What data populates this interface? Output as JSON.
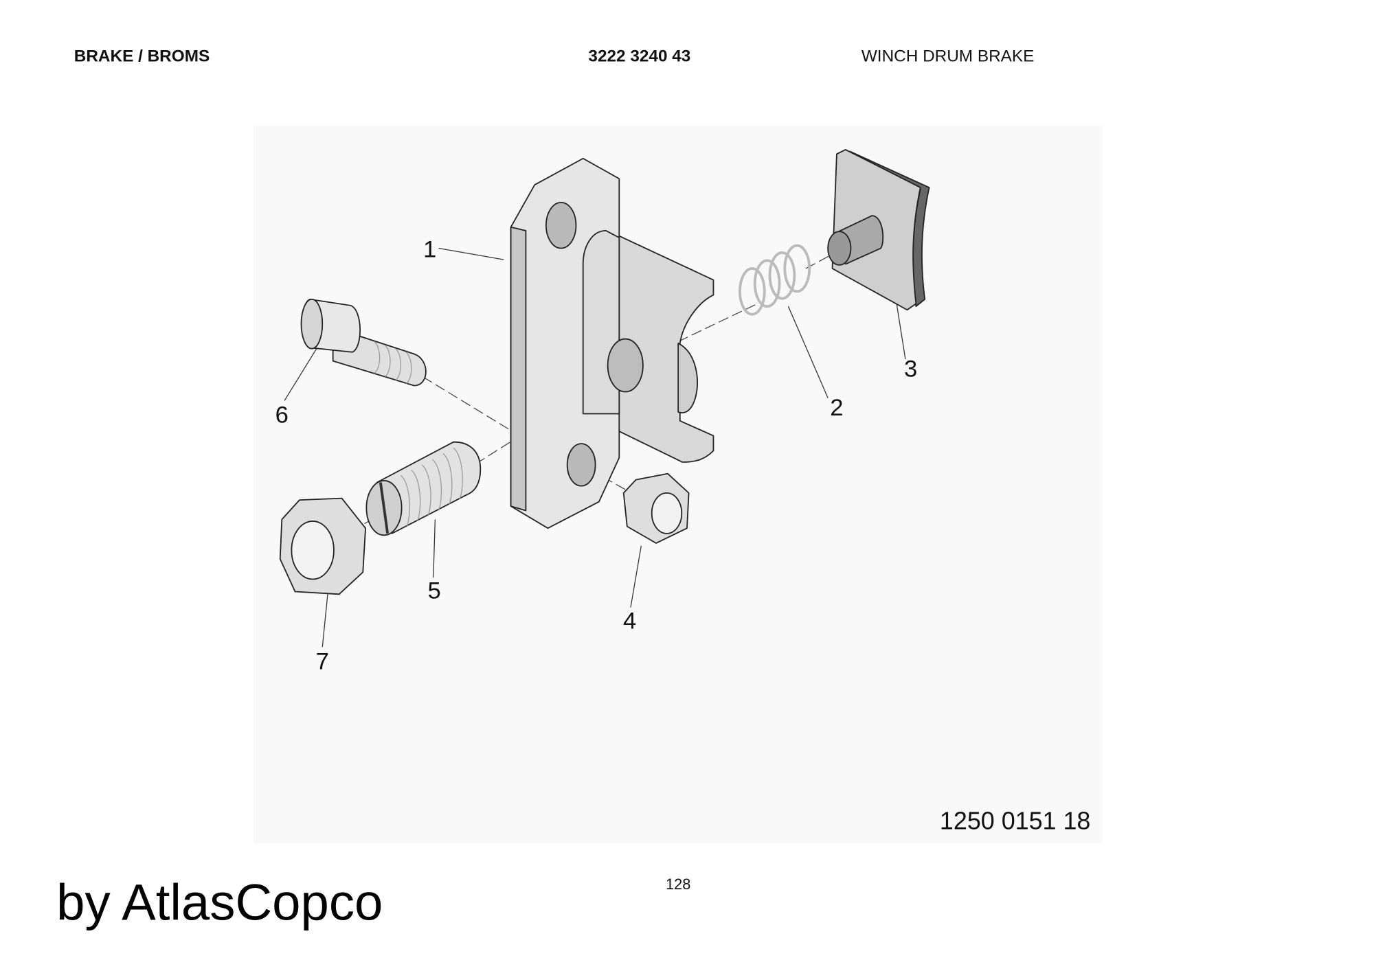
{
  "header": {
    "section": "BRAKE / BROMS",
    "part_number": "3222 3240 43",
    "title": "WINCH DRUM BRAKE"
  },
  "illustration": {
    "callouts": [
      "1",
      "2",
      "3",
      "4",
      "5",
      "6",
      "7"
    ],
    "drawing_number": "1250 0151 18"
  },
  "footer": {
    "page_number": "128",
    "brand_watermark": "by AtlasCopco"
  }
}
